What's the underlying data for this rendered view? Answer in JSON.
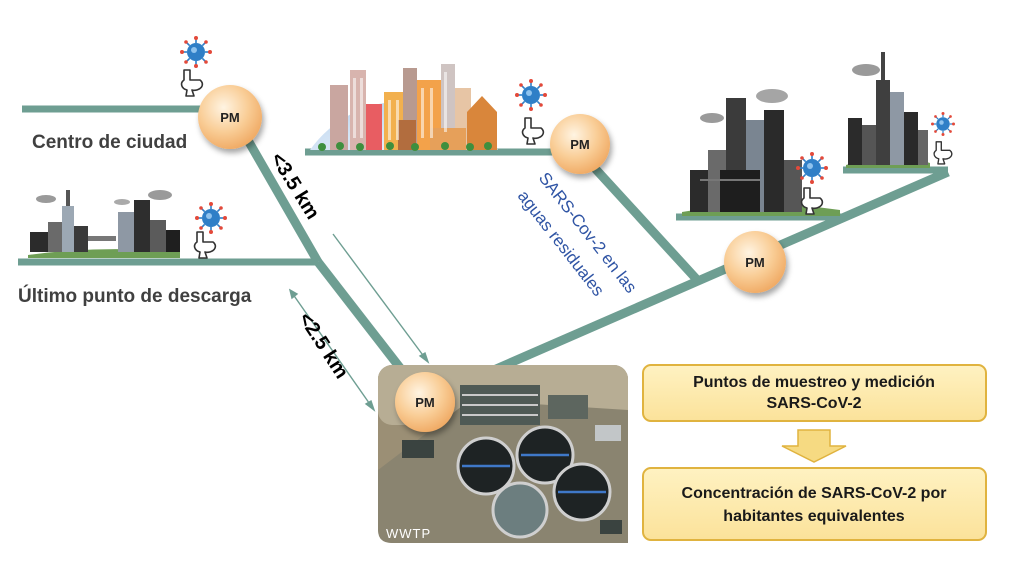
{
  "labels": {
    "centro": "Centro de ciudad",
    "ultimo": "Último punto de descarga",
    "aguas_line1": "SARS-Cov-2 en las",
    "aguas_line2": "aguas residuales",
    "dist1": "<3.5 km",
    "dist2": "<2.5 km",
    "wwtp": "WWTP"
  },
  "pm_label": "PM",
  "boxes": {
    "box1_line1": "Puntos de muestreo y medición",
    "box1_line2": "SARS-CoV-2",
    "box2_line1": "Concentración de SARS-CoV-2 por",
    "box2_line2": "habitantes equivalentes"
  },
  "colors": {
    "pipe": "#6E9E92",
    "pm_fill": "#F7C38A",
    "box_fill": "#FCE8A6",
    "box_border": "#E0B33F",
    "arrow_fill": "#F6DA82",
    "blue_text": "#2F54A4"
  },
  "icons": [
    "virus-icon",
    "toilet-icon",
    "city-skyline",
    "wwtp-aerial"
  ]
}
